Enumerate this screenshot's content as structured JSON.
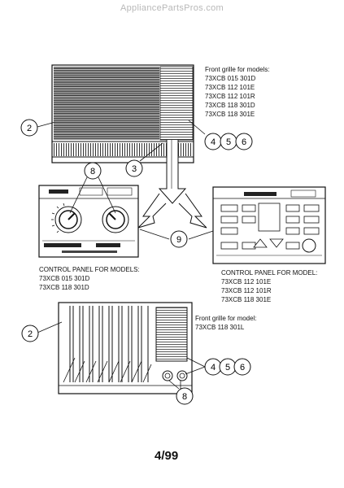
{
  "watermark": "AppliancePartsPros.com",
  "top_grille_label": {
    "heading": "Front grille for models:",
    "models": [
      "73XCB 015 301D",
      "73XCB 112 101E",
      "73XCB 112 101R",
      "73XCB 118 301D",
      "73XCB 118 301E"
    ]
  },
  "left_panel_label": {
    "heading": "CONTROL PANEL FOR MODELS:",
    "models": [
      "73XCB 015 301D",
      "73XCB 118 301D"
    ]
  },
  "right_panel_label": {
    "heading": "CONTROL PANEL FOR MODEL:",
    "models": [
      "73XCB 112 101E",
      "73XCB 112 101R",
      "73XCB 118 301E"
    ]
  },
  "bottom_grille_label": {
    "heading": "Front grille for model:",
    "models": [
      "73XCB 118 301L"
    ]
  },
  "callouts": {
    "c2_top": "2",
    "c3": "3",
    "c4_top": "4",
    "c5_top": "5",
    "c6_top": "6",
    "c8_top": "8",
    "c9": "9",
    "c2_bottom": "2",
    "c4_bottom": "4",
    "c5_bottom": "5",
    "c6_bottom": "6",
    "c8_bottom": "8"
  },
  "page_number": "4/99"
}
